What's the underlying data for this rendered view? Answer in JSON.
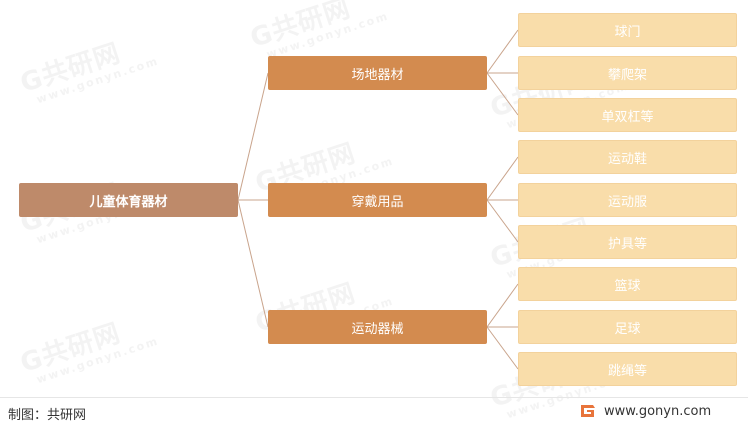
{
  "diagram": {
    "root": "儿童体育器材",
    "categories": [
      {
        "label": "场地器材",
        "items": [
          "球门",
          "攀爬架",
          "单双杠等"
        ]
      },
      {
        "label": "穿戴用品",
        "items": [
          "运动鞋",
          "运动服",
          "护具等"
        ]
      },
      {
        "label": "运动器械",
        "items": [
          "篮球",
          "足球",
          "跳绳等"
        ]
      }
    ]
  },
  "footer": {
    "source": "制图：共研网",
    "url": "www.gonyn.com"
  },
  "watermark": {
    "brand": "共研网",
    "site": "www.gonyn.com"
  },
  "colors": {
    "root": "#be8a6a",
    "category": "#d38b4f",
    "item": "#f9ddaa",
    "connector": "#c9a48c",
    "logo": "#e8743b"
  }
}
